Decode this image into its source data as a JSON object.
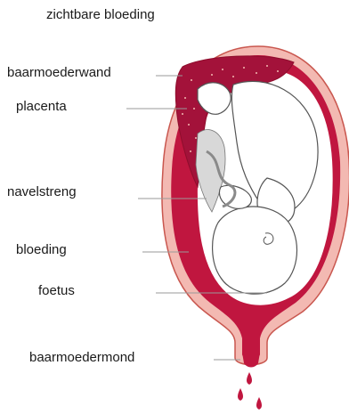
{
  "labels": {
    "visible_bleeding": "zichtbare bloeding",
    "uterine_wall": "baarmoederwand",
    "placenta": "placenta",
    "umbilical_cord": "navelstreng",
    "bleeding": "bloeding",
    "fetus": "foetus",
    "cervix": "baarmoedermond"
  },
  "colors": {
    "wall": "#f3b9b2",
    "wall_outline": "#c9574f",
    "blood": "#c0163f",
    "blood_dark": "#8e0d2c",
    "fetus_fill": "#ffffff",
    "fetus_outline": "#555555",
    "cord": "#8a8a8a",
    "leader": "#9a9a9a"
  }
}
